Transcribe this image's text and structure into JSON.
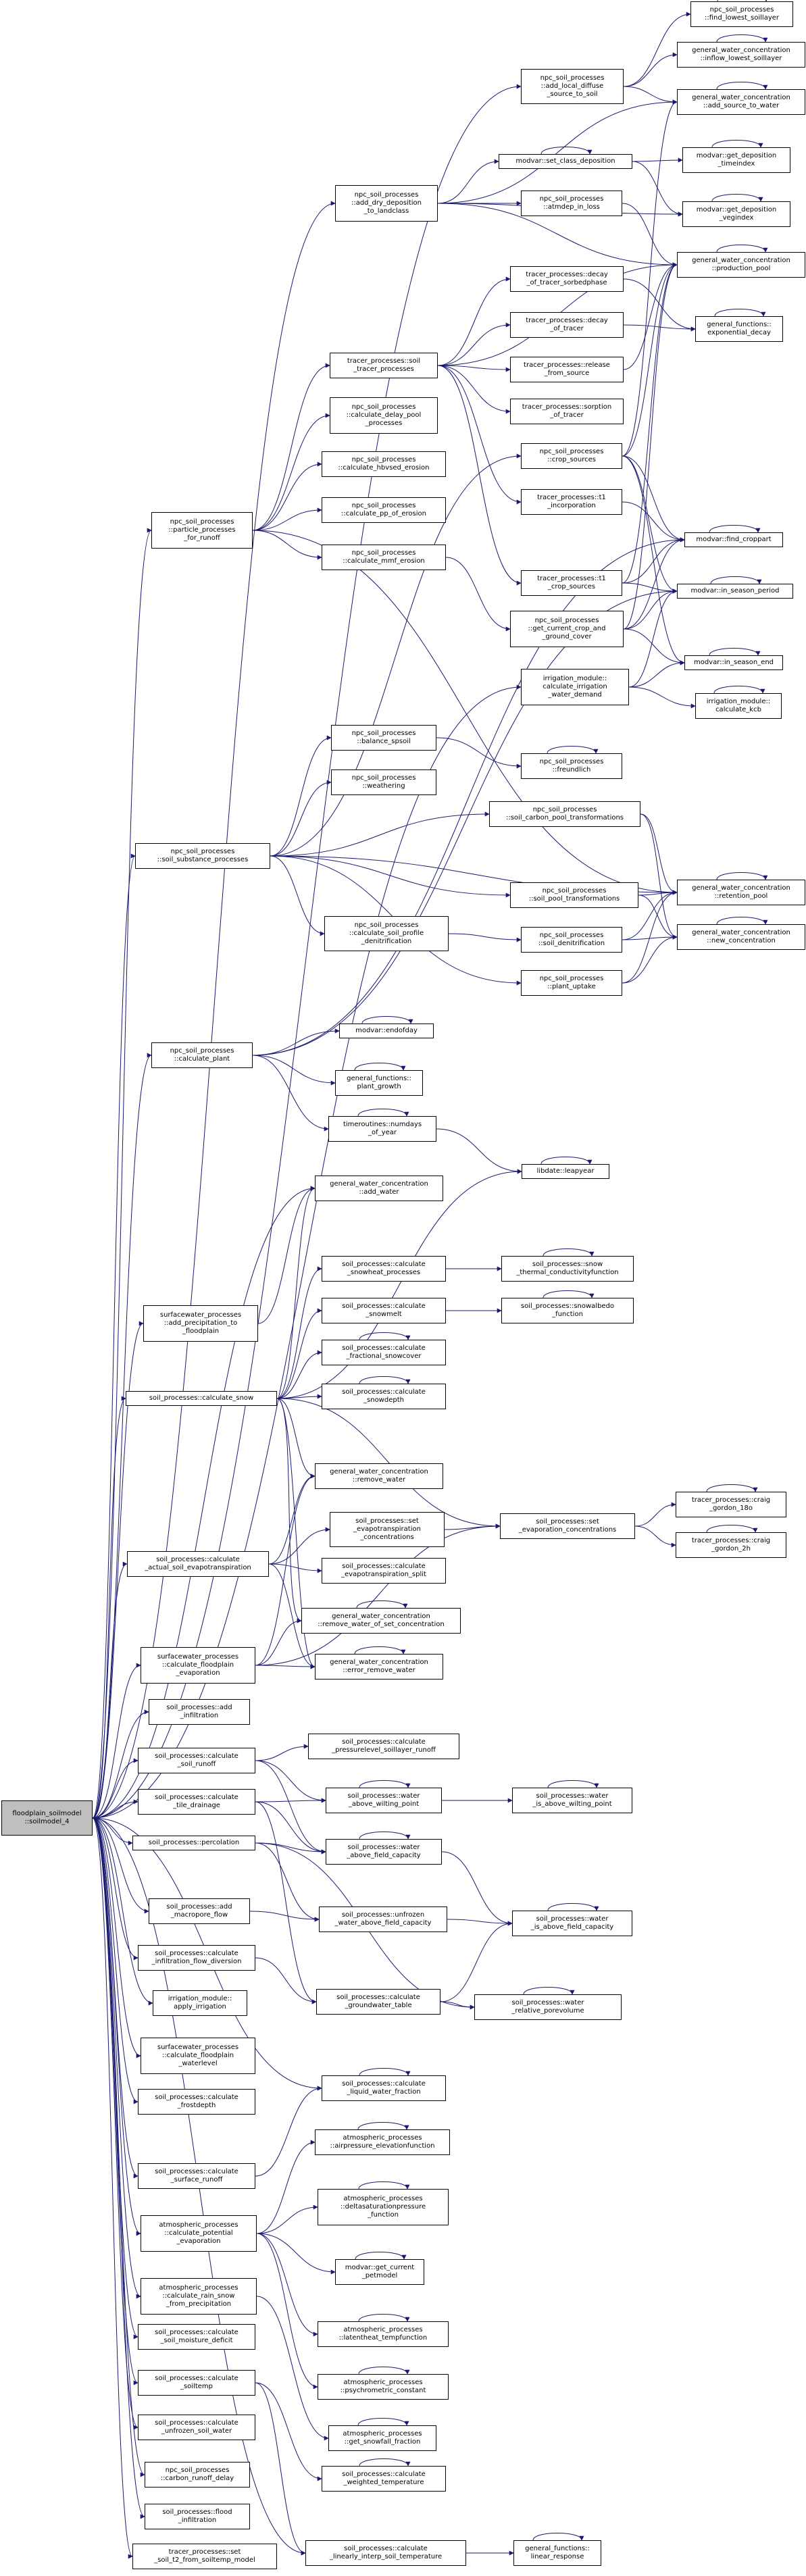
{
  "graph": {
    "edge_color": "#191970",
    "node_border_color": "#000000",
    "root_fill_color": "#bfbfbf",
    "nodes": [
      {
        "id": "root",
        "label": "floodplain_soilmodel\n::soilmodel_4",
        "root": true
      },
      {
        "id": "n1",
        "label": "npc_soil_processes\n::find_lowest_soillayer"
      },
      {
        "id": "n2",
        "label": "general_water_concentration\n::inflow_lowest_soillayer"
      },
      {
        "id": "n3",
        "label": "npc_soil_processes\n::add_local_diffuse\n_source_to_soil"
      },
      {
        "id": "n4",
        "label": "general_water_concentration\n::add_source_to_water"
      },
      {
        "id": "n5",
        "label": "modvar::set_class_deposition"
      },
      {
        "id": "n6",
        "label": "modvar::get_deposition\n_timeindex"
      },
      {
        "id": "n7",
        "label": "npc_soil_processes\n::add_dry_deposition\n_to_landclass"
      },
      {
        "id": "n8",
        "label": "npc_soil_processes\n::atmdep_in_loss"
      },
      {
        "id": "n9",
        "label": "modvar::get_deposition\n_vegindex"
      },
      {
        "id": "n10",
        "label": "general_water_concentration\n::production_pool"
      },
      {
        "id": "n11",
        "label": "tracer_processes::decay\n_of_tracer_sorbedphase"
      },
      {
        "id": "n12",
        "label": "general_functions::\nexponential_decay"
      },
      {
        "id": "n13",
        "label": "tracer_processes::decay\n_of_tracer"
      },
      {
        "id": "n14",
        "label": "tracer_processes::soil\n_tracer_processes"
      },
      {
        "id": "n15",
        "label": "tracer_processes::release\n_from_source"
      },
      {
        "id": "n16",
        "label": "tracer_processes::sorption\n_of_tracer"
      },
      {
        "id": "n17",
        "label": "npc_soil_processes\n::calculate_delay_pool\n_processes"
      },
      {
        "id": "n18",
        "label": "npc_soil_processes\n::calculate_hbvsed_erosion"
      },
      {
        "id": "n19",
        "label": "npc_soil_processes\n::calculate_pp_of_erosion"
      },
      {
        "id": "n20",
        "label": "npc_soil_processes\n::particle_processes\n_for_runoff"
      },
      {
        "id": "n21",
        "label": "npc_soil_processes\n::calculate_mmf_erosion"
      },
      {
        "id": "n22",
        "label": "npc_soil_processes\n::crop_sources"
      },
      {
        "id": "n23",
        "label": "tracer_processes::t1\n_incorporation"
      },
      {
        "id": "n24",
        "label": "modvar::find_croppart"
      },
      {
        "id": "n25",
        "label": "tracer_processes::t1\n_crop_sources"
      },
      {
        "id": "n26",
        "label": "modvar::in_season_period"
      },
      {
        "id": "n27",
        "label": "npc_soil_processes\n::get_current_crop_and\n_ground_cover"
      },
      {
        "id": "n28",
        "label": "modvar::in_season_end"
      },
      {
        "id": "n29",
        "label": "irrigation_module::\ncalculate_irrigation\n_water_demand"
      },
      {
        "id": "n30",
        "label": "irrigation_module::\ncalculate_kcb"
      },
      {
        "id": "n31",
        "label": "npc_soil_processes\n::balance_spsoil"
      },
      {
        "id": "n32",
        "label": "npc_soil_processes\n::freundlich"
      },
      {
        "id": "n33",
        "label": "npc_soil_processes\n::weathering"
      },
      {
        "id": "n34",
        "label": "npc_soil_processes\n::soil_carbon_pool_transformations"
      },
      {
        "id": "n35",
        "label": "npc_soil_processes\n::soil_substance_processes"
      },
      {
        "id": "n36",
        "label": "npc_soil_processes\n::soil_pool_transformations"
      },
      {
        "id": "n37",
        "label": "general_water_concentration\n::retention_pool"
      },
      {
        "id": "n38",
        "label": "npc_soil_processes\n::calculate_soil_profile\n_denitrification"
      },
      {
        "id": "n39",
        "label": "npc_soil_processes\n::soil_denitrification"
      },
      {
        "id": "n40",
        "label": "general_water_concentration\n::new_concentration"
      },
      {
        "id": "n41",
        "label": "npc_soil_processes\n::plant_uptake"
      },
      {
        "id": "n42",
        "label": "modvar::endofday"
      },
      {
        "id": "n43",
        "label": "npc_soil_processes\n::calculate_plant"
      },
      {
        "id": "n44",
        "label": "general_functions::\nplant_growth"
      },
      {
        "id": "n45",
        "label": "timeroutines::numdays\n_of_year"
      },
      {
        "id": "n46",
        "label": "general_water_concentration\n::add_water"
      },
      {
        "id": "n47",
        "label": "libdate::leapyear"
      },
      {
        "id": "n48",
        "label": "soil_processes::calculate\n_snowheat_processes"
      },
      {
        "id": "n49",
        "label": "soil_processes::snow\n_thermal_conductivityfunction"
      },
      {
        "id": "n50",
        "label": "surfacewater_processes\n::add_precipitation_to\n_floodplain"
      },
      {
        "id": "n51",
        "label": "soil_processes::calculate\n_snowmelt"
      },
      {
        "id": "n52",
        "label": "soil_processes::snowalbedo\n_function"
      },
      {
        "id": "n53",
        "label": "soil_processes::calculate\n_fractional_snowcover"
      },
      {
        "id": "n54",
        "label": "soil_processes::calculate_snow"
      },
      {
        "id": "n55",
        "label": "soil_processes::calculate\n_snowdepth"
      },
      {
        "id": "n56",
        "label": "general_water_concentration\n::remove_water"
      },
      {
        "id": "n57",
        "label": "soil_processes::set\n_evapotranspiration\n_concentrations"
      },
      {
        "id": "n58",
        "label": "soil_processes::set\n_evaporation_concentrations"
      },
      {
        "id": "n59",
        "label": "tracer_processes::craig\n_gordon_18o"
      },
      {
        "id": "n60",
        "label": "soil_processes::calculate\n_actual_soil_evapotranspiration"
      },
      {
        "id": "n61",
        "label": "soil_processes::calculate\n_evapotranspiration_split"
      },
      {
        "id": "n62",
        "label": "tracer_processes::craig\n_gordon_2h"
      },
      {
        "id": "n63",
        "label": "general_water_concentration\n::remove_water_of_set_concentration"
      },
      {
        "id": "n64",
        "label": "surfacewater_processes\n::calculate_floodplain\n_evaporation"
      },
      {
        "id": "n65",
        "label": "general_water_concentration\n::error_remove_water"
      },
      {
        "id": "n66",
        "label": "soil_processes::add\n_infiltration"
      },
      {
        "id": "n67",
        "label": "soil_processes::calculate\n_pressurelevel_soillayer_runoff"
      },
      {
        "id": "n68",
        "label": "soil_processes::calculate\n_soil_runoff"
      },
      {
        "id": "n69",
        "label": "soil_processes::calculate\n_tile_drainage"
      },
      {
        "id": "n70",
        "label": "soil_processes::water\n_above_wilting_point"
      },
      {
        "id": "n71",
        "label": "soil_processes::water\n_is_above_wilting_point"
      },
      {
        "id": "n72",
        "label": "soil_processes::percolation"
      },
      {
        "id": "n73",
        "label": "soil_processes::water\n_above_field_capacity"
      },
      {
        "id": "n74",
        "label": "soil_processes::add\n_macropore_flow"
      },
      {
        "id": "n75",
        "label": "soil_processes::unfrozen\n_water_above_field_capacity"
      },
      {
        "id": "n76",
        "label": "soil_processes::water\n_is_above_field_capacity"
      },
      {
        "id": "n77",
        "label": "soil_processes::calculate\n_infiltration_flow_diversion"
      },
      {
        "id": "n78",
        "label": "irrigation_module::\napply_irrigation"
      },
      {
        "id": "n79",
        "label": "soil_processes::calculate\n_groundwater_table"
      },
      {
        "id": "n80",
        "label": "soil_processes::water\n_relative_porevolume"
      },
      {
        "id": "n81",
        "label": "surfacewater_processes\n::calculate_floodplain\n_waterlevel"
      },
      {
        "id": "n82",
        "label": "soil_processes::calculate\n_frostdepth"
      },
      {
        "id": "n83",
        "label": "soil_processes::calculate\n_liquid_water_fraction"
      },
      {
        "id": "n84",
        "label": "atmospheric_processes\n::airpressure_elevationfunction"
      },
      {
        "id": "n85",
        "label": "soil_processes::calculate\n_surface_runoff"
      },
      {
        "id": "n86",
        "label": "atmospheric_processes\n::deltasaturationpressure\n_function"
      },
      {
        "id": "n87",
        "label": "atmospheric_processes\n::calculate_potential\n_evaporation"
      },
      {
        "id": "n88",
        "label": "modvar::get_current\n_petmodel"
      },
      {
        "id": "n89",
        "label": "atmospheric_processes\n::calculate_rain_snow\n_from_precipitation"
      },
      {
        "id": "n90",
        "label": "atmospheric_processes\n::latentheat_tempfunction"
      },
      {
        "id": "n91",
        "label": "soil_processes::calculate\n_soil_moisture_deficit"
      },
      {
        "id": "n92",
        "label": "atmospheric_processes\n::psychrometric_constant"
      },
      {
        "id": "n93",
        "label": "soil_processes::calculate\n_soiltemp"
      },
      {
        "id": "n94",
        "label": "atmospheric_processes\n::get_snowfall_fraction"
      },
      {
        "id": "n95",
        "label": "soil_processes::calculate\n_unfrozen_soil_water"
      },
      {
        "id": "n96",
        "label": "soil_processes::calculate\n_weighted_temperature"
      },
      {
        "id": "n97",
        "label": "npc_soil_processes\n::carbon_runoff_delay"
      },
      {
        "id": "n98",
        "label": "soil_processes::flood\n_infiltration"
      },
      {
        "id": "n99",
        "label": "soil_processes::calculate\n_linearly_interp_soil_temperature"
      },
      {
        "id": "n100",
        "label": "general_functions::\nlinear_response"
      },
      {
        "id": "n101",
        "label": "tracer_processes::set\n_soil_t2_from_soiltemp_model"
      }
    ]
  }
}
